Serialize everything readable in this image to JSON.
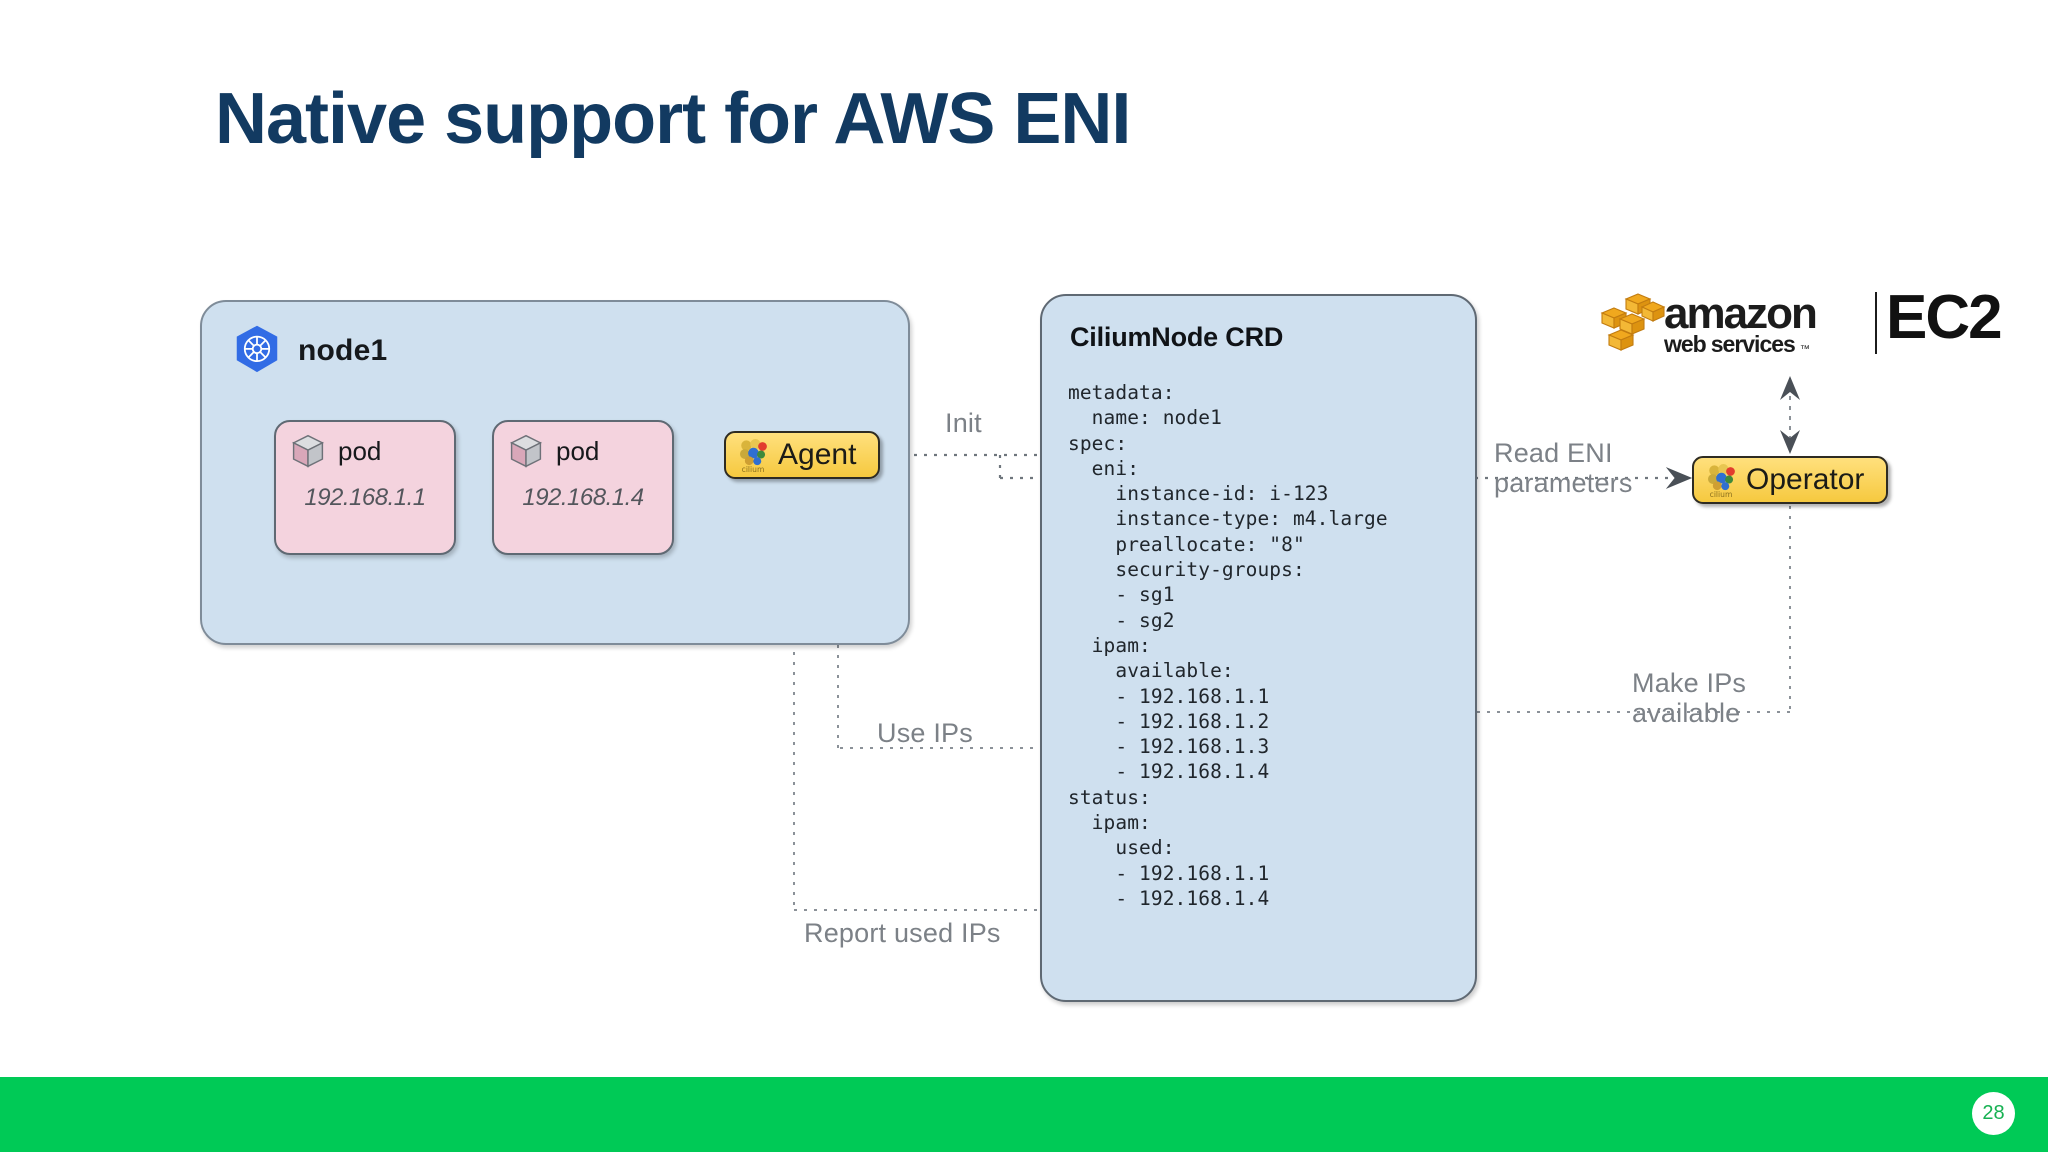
{
  "slide": {
    "title": "Native support for AWS ENI",
    "title_color": "#123A61",
    "footer_color": "#00ca56",
    "page_number": "28"
  },
  "node": {
    "label": "node1",
    "icon": "kubernetes-icon",
    "pods": [
      {
        "title": "pod",
        "ip": "192.168.1.1",
        "icon": "cube-icon"
      },
      {
        "title": "pod",
        "ip": "192.168.1.4",
        "icon": "cube-icon"
      }
    ],
    "agent": {
      "label": "Agent",
      "icon": "cilium-bee-icon"
    }
  },
  "crd": {
    "title": "CiliumNode CRD",
    "yaml": "metadata:\n  name: node1\nspec:\n  eni:\n    instance-id: i-123\n    instance-type: m4.large\n    preallocate: \"8\"\n    security-groups:\n    - sg1\n    - sg2\n  ipam:\n    available:\n    - 192.168.1.1\n    - 192.168.1.2\n    - 192.168.1.3\n    - 192.168.1.4\nstatus:\n  ipam:\n    used:\n    - 192.168.1.1\n    - 192.168.1.4",
    "yaml_lines": [
      "metadata:",
      "  name: node1",
      "spec:",
      "  eni:",
      "    instance-id: i-123",
      "    instance-type: m4.large",
      "    preallocate: \"8\"",
      "    security-groups:",
      "    - sg1",
      "    - sg2",
      "  ipam:",
      "    available:",
      "    - 192.168.1.1",
      "    - 192.168.1.2",
      "    - 192.168.1.3",
      "    - 192.168.1.4",
      "status:",
      "  ipam:",
      "    used:",
      "    - 192.168.1.1",
      "    - 192.168.1.4"
    ]
  },
  "cloud": {
    "amazon_text": "amazon",
    "web_text": "web",
    "services_text": "services",
    "tm": "™",
    "ec2_text": "EC2",
    "operator": {
      "label": "Operator",
      "icon": "cilium-bee-icon"
    }
  },
  "edges": [
    {
      "id": "init",
      "label": "Init"
    },
    {
      "id": "read-eni",
      "label": "Read ENI\nparameters"
    },
    {
      "id": "make-ips",
      "label": "Make IPs\navailable"
    },
    {
      "id": "use-ips",
      "label": "Use IPs"
    },
    {
      "id": "report-used",
      "label": "Report used IPs"
    }
  ]
}
